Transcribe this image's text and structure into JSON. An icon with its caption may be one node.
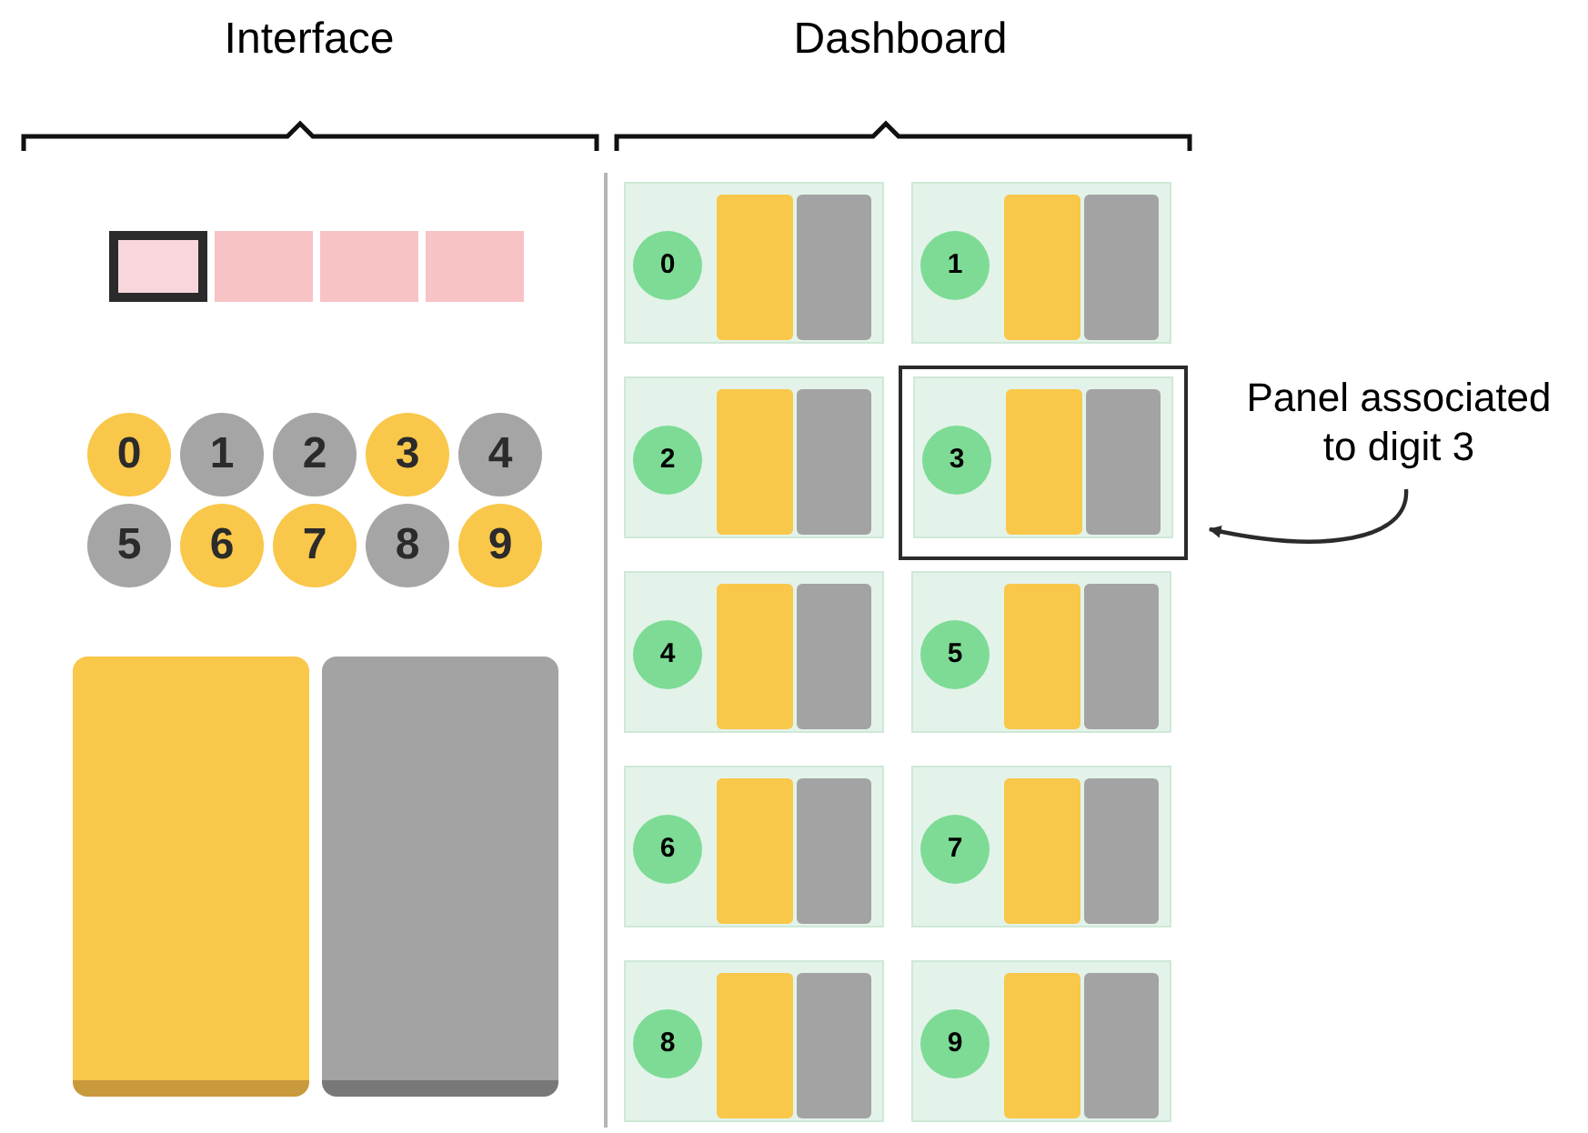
{
  "diagram": {
    "nodes": [
      {
        "text": [
          "0"
        ]
      },
      {
        "text": [
          "1"
        ]
      },
      {
        "text": [
          "2"
        ]
      },
      {
        "text": [
          "3"
        ]
      },
      {
        "text": [
          "4"
        ]
      },
      {
        "text": [
          "5"
        ]
      },
      {
        "text": [
          "6"
        ]
      },
      {
        "text": [
          "7"
        ]
      },
      {
        "text": [
          "8"
        ]
      },
      {
        "text": [
          "9"
        ]
      },
      {
        "text": [],
        "shape": "box"
      },
      {
        "text": [
          "0"
        ],
        "in": 10
      },
      {
        "text": [],
        "shape": "box"
      },
      {
        "text": [
          "1"
        ],
        "in": 12
      },
      {
        "text": [],
        "shape": "box"
      },
      {
        "text": [
          "2"
        ],
        "in": 14
      },
      {
        "text": [],
        "shape": "box"
      },
      {
        "text": [],
        "shape": "box",
        "in": 16
      },
      {
        "text": [
          "3"
        ],
        "in": 17
      },
      {
        "text": [],
        "shape": "box"
      },
      {
        "text": [
          "4"
        ],
        "in": 19
      },
      {
        "text": [],
        "shape": "box"
      },
      {
        "text": [
          "5"
        ],
        "in": 21
      },
      {
        "text": [],
        "shape": "box"
      },
      {
        "text": [
          "6"
        ],
        "in": 23
      },
      {
        "text": [],
        "shape": "box"
      },
      {
        "text": [
          "7"
        ],
        "in": 25
      },
      {
        "text": [],
        "shape": "box"
      },
      {
        "text": [
          "8"
        ],
        "in": 27
      },
      {
        "text": [],
        "shape": "box"
      },
      {
        "text": [
          "9"
        ],
        "in": 29
      },
      {
        "text": [
          "Panel associated to digit 3"
        ]
      },
      {
        "text": [],
        "shape": "bar"
      },
      {
        "text": [],
        "shape": "bar"
      },
      {
        "text": [],
        "shape": "bar",
        "in": 10
      },
      {
        "text": [],
        "shape": "bar",
        "in": 10
      },
      {
        "text": [],
        "shape": "bar",
        "in": 12
      },
      {
        "text": [],
        "shape": "bar",
        "in": 12
      },
      {
        "text": [],
        "shape": "bar",
        "in": 14
      },
      {
        "text": [],
        "shape": "bar",
        "in": 14
      },
      {
        "text": [],
        "shape": "bar",
        "in": 17
      },
      {
        "text": [],
        "shape": "bar",
        "in": 17
      },
      {
        "text": [],
        "shape": "bar",
        "in": 19
      },
      {
        "text": [],
        "shape": "bar",
        "in": 19
      },
      {
        "text": [],
        "shape": "bar",
        "in": 21
      },
      {
        "text": [],
        "shape": "bar",
        "in": 21
      },
      {
        "text": [],
        "shape": "bar",
        "in": 23
      },
      {
        "text": [],
        "shape": "bar",
        "in": 23
      },
      {
        "text": [],
        "shape": "bar",
        "in": 25
      },
      {
        "text": [],
        "shape": "bar",
        "in": 25
      },
      {
        "text": [],
        "shape": "bar",
        "in": 27
      },
      {
        "text": [],
        "shape": "bar",
        "in": 27
      },
      {
        "text": [],
        "shape": "bar",
        "in": 29
      },
      {
        "text": [],
        "shape": "bar",
        "in": 29
      }
    ],
    "edges": [
      {
        "from": 31,
        "to": 16,
        "arrow": "to"
      }
    ],
    "labels": [
      "Interface",
      "Dashboard"
    ]
  }
}
